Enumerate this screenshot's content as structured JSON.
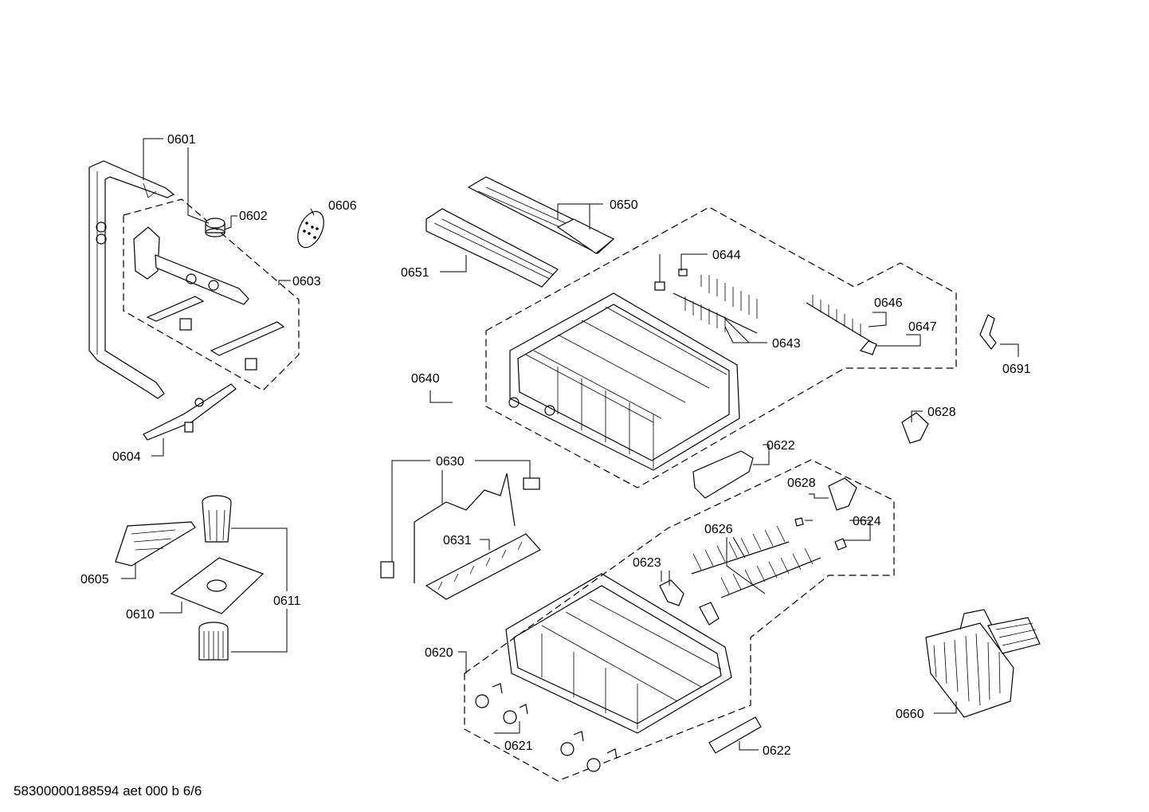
{
  "labels": {
    "p0601": "0601",
    "p0602": "0602",
    "p0603": "0603",
    "p0604": "0604",
    "p0605": "0605",
    "p0606": "0606",
    "p0610": "0610",
    "p0611": "0611",
    "p0620": "0620",
    "p0621": "0621",
    "p0622a": "0622",
    "p0622b": "0622",
    "p0623": "0623",
    "p0624": "0624",
    "p0626": "0626",
    "p0628a": "0628",
    "p0628b": "0628",
    "p0630": "0630",
    "p0631": "0631",
    "p0640": "0640",
    "p0643": "0643",
    "p0644": "0644",
    "p0646": "0646",
    "p0647": "0647",
    "p0650": "0650",
    "p0651": "0651",
    "p0660": "0660",
    "p0691": "0691"
  },
  "footer": "58300000188594 aet 000 b 6/6"
}
